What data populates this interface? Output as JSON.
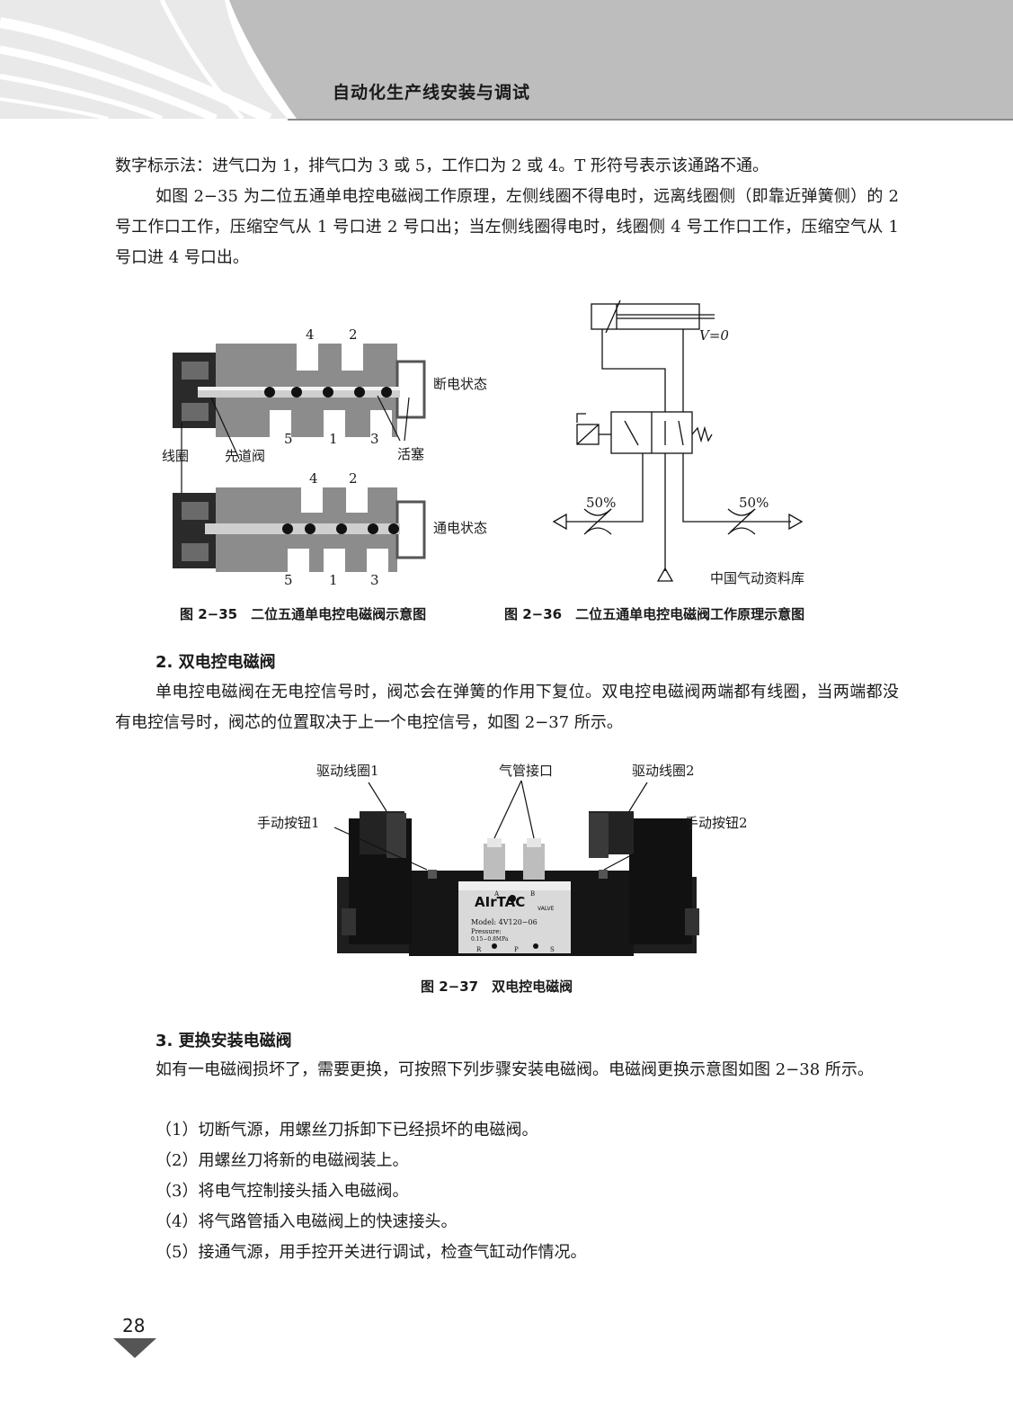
{
  "header": {
    "running_title": "自动化生产线安装与调试"
  },
  "intro": {
    "line1": "数字标示法：进气口为 1，排气口为 3 或 5，工作口为 2 或 4。T 形符号表示该通路不通。",
    "para2": "如图 2−35 为二位五通单电控电磁阀工作原理，左侧线圈不得电时，远离线圈侧（即靠近弹簧侧）的 2 号工作口工作，压缩空气从 1 号口进 2 号口出；当左侧线圈得电时，线圈侧 4 号工作口工作，压缩空气从 1 号口进 4 号口出。"
  },
  "fig235": {
    "port_4": "4",
    "port_2": "2",
    "port_5": "5",
    "port_1": "1",
    "port_3": "3",
    "state_off": "断电状态",
    "state_on": "通电状态",
    "label_coil": "线圈",
    "label_pilot": "先道阀",
    "label_piston": "活塞",
    "caption": "图 2−35　二位五通单电控电磁阀示意图"
  },
  "fig236": {
    "v_label": "V=0",
    "left_pct": "50%",
    "right_pct": "50%",
    "watermark": "中国气动资料库",
    "caption": "图 2−36　二位五通单电控电磁阀工作原理示意图"
  },
  "section2": {
    "heading": "2. 双电控电磁阀",
    "para": "单电控电磁阀在无电控信号时，阀芯会在弹簧的作用下复位。双电控电磁阀两端都有线圈，当两端都没有电控信号时，阀芯的位置取决于上一个电控信号，如图 2−37 所示。"
  },
  "fig237": {
    "coil1": "驱动线圈1",
    "air_port": "气管接口",
    "coil2": "驱动线圈2",
    "button1": "手动按钮1",
    "button2": "手动按钮2",
    "brand": "AIrTAC",
    "valve_text": "VALVE",
    "model": "Model: 4V120−06",
    "pressure": "Pressure:",
    "pressure_range": "0.15−0.8MPa",
    "port_a": "A",
    "port_b": "B",
    "port_r": "R",
    "port_p": "P",
    "port_s": "S",
    "caption": "图 2−37　双电控电磁阀"
  },
  "section3": {
    "heading": "3. 更换安装电磁阀",
    "para": "如有一电磁阀损坏了，需要更换，可按照下列步骤安装电磁阀。电磁阀更换示意图如图 2−38 所示。",
    "steps": [
      "（1）切断气源，用螺丝刀拆卸下已经损坏的电磁阀。",
      "（2）用螺丝刀将新的电磁阀装上。",
      "（3）将电气控制接头插入电磁阀。",
      "（4）将气路管插入电磁阀上的快速接头。",
      "（5）接通气源，用手控开关进行调试，检查气缸动作情况。"
    ]
  },
  "footer": {
    "page_number": "28"
  }
}
